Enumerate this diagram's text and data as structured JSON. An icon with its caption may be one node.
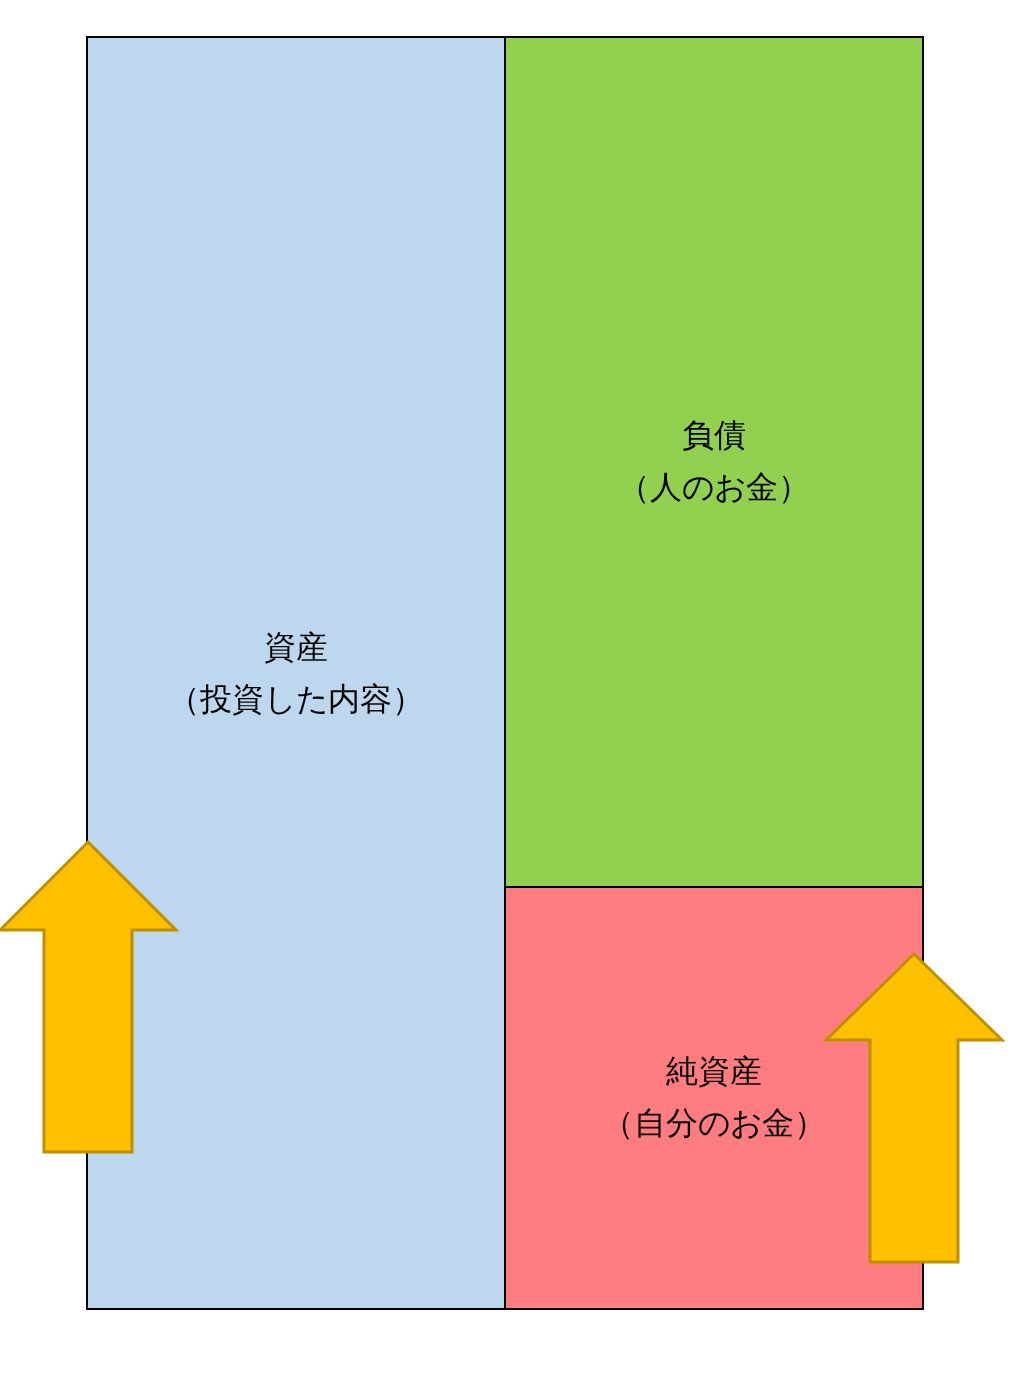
{
  "diagram": {
    "nodes": [
      {
        "text": [
          "資産",
          "（投資した内容）"
        ]
      },
      {
        "text": [
          "負債",
          "（人のお金）"
        ]
      },
      {
        "text": [
          "純資産",
          "（自分のお金）"
        ]
      }
    ]
  }
}
